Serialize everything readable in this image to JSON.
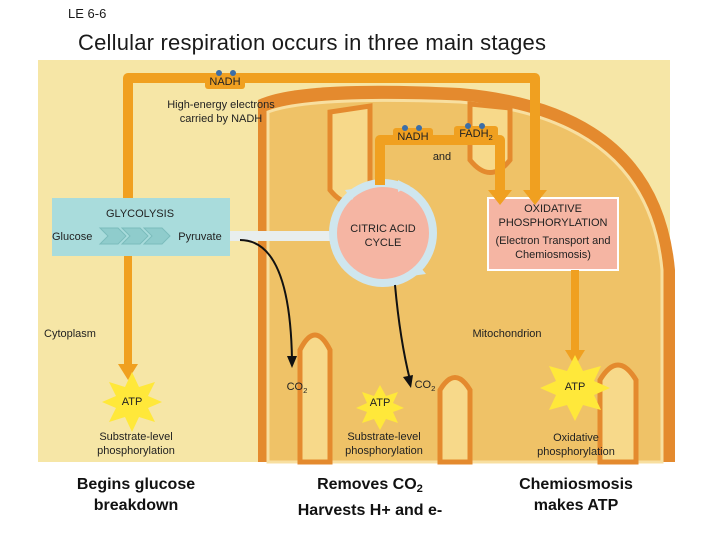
{
  "slide_label": "LE 6-6",
  "title": "Cellular respiration occurs in three main stages",
  "labels": {
    "nadh_top": "NADH",
    "high_energy": "High-energy electrons carried by NADH",
    "nadh_mid": "NADH",
    "fadh2_base": "FADH",
    "fadh2_sub": "2",
    "and": "and",
    "glycolysis": "GLYCOLYSIS",
    "glucose": "Glucose",
    "pyruvate": "Pyruvate",
    "citric_acid_cycle": "CITRIC ACID CYCLE",
    "oxidative_phosphorylation": "OXIDATIVE PHOSPHORYLATION",
    "ox_phos_detail": "(Electron Transport and Chemiosmosis)",
    "cytoplasm": "Cytoplasm",
    "mitochondrion": "Mitochondrion",
    "co2_left_base": "CO",
    "co2_left_sub": "2",
    "co2_right_base": "CO",
    "co2_right_sub": "2",
    "atp_left": "ATP",
    "atp_mid": "ATP",
    "atp_right": "ATP",
    "substrate_level_left": "Substrate-level phosphorylation",
    "substrate_level_mid": "Substrate-level phosphorylation",
    "oxidative_phos_label": "Oxidative phosphorylation"
  },
  "captions": {
    "left": "Begins glucose breakdown",
    "mid_line1_base": "Removes CO",
    "mid_line1_sub": "2",
    "mid_line2": "Harvests H+ and e-",
    "right": "Chemiosmosis makes ATP"
  },
  "colors": {
    "bg_cell": "#f6e6a6",
    "membrane_outer": "#e48a2e",
    "matrix": "#efc267",
    "arrow_orange": "#f0a020",
    "glycolysis_box": "#a9dcdc",
    "cycle_pink": "#f5b5a3",
    "starburst": "#ffe83a"
  }
}
